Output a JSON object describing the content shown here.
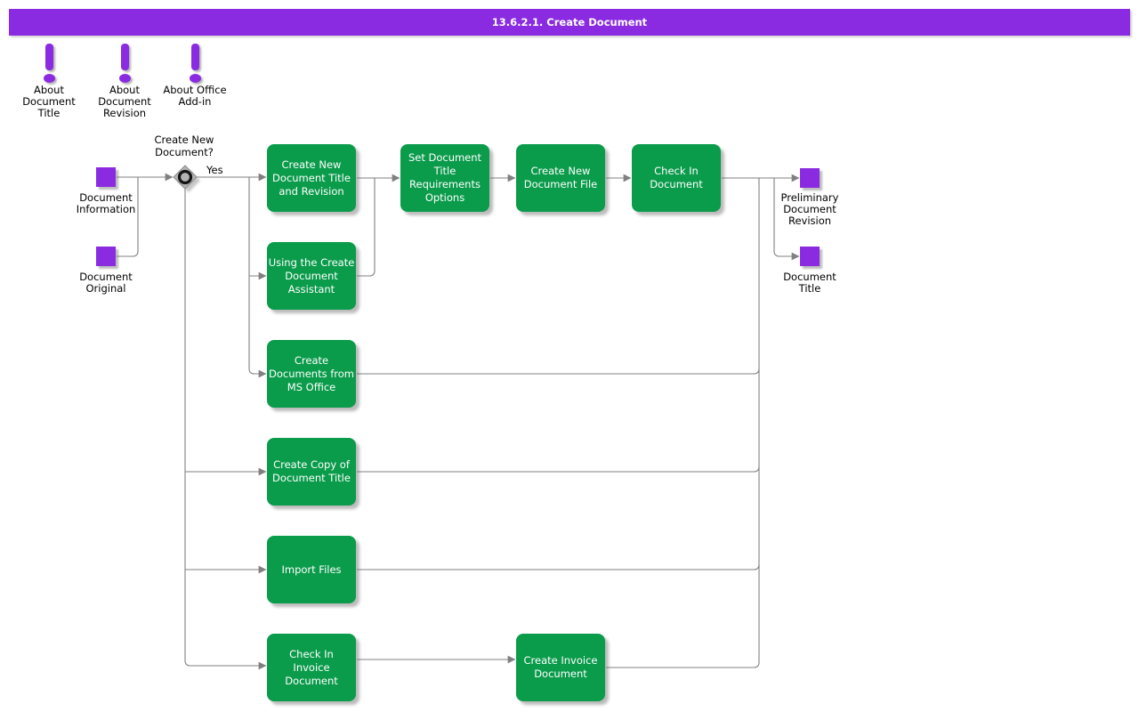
{
  "title_bar": {
    "text": "13.6.2.1. Create Document"
  },
  "colors": {
    "purple": "#8A2BE2",
    "green": "#0A9B4B",
    "line": "#808080",
    "diamond": "#B3B3B3"
  },
  "notices": [
    {
      "label": "About\nDocument\nTitle"
    },
    {
      "label": "About\nDocument\nRevision"
    },
    {
      "label": "About Office\nAdd-in"
    }
  ],
  "flow": {
    "inputs": [
      {
        "label": "Document\nInformation"
      },
      {
        "label": "Document\nOriginal"
      }
    ],
    "decision": {
      "question": "Create New\nDocument?",
      "yes_label": "Yes"
    },
    "tasks": [
      {
        "label": "Create New\nDocument Title\nand Revision"
      },
      {
        "label": "Set Document\nTitle\nRequirements\nOptions"
      },
      {
        "label": "Create New\nDocument File"
      },
      {
        "label": "Check In\nDocument"
      },
      {
        "label": "Using the Create\nDocument\nAssistant"
      },
      {
        "label": "Create\nDocuments from\nMS Office"
      },
      {
        "label": "Create Copy of\nDocument Title"
      },
      {
        "label": "Import Files"
      },
      {
        "label": "Check In\nInvoice\nDocument"
      },
      {
        "label": "Create Invoice\nDocument"
      }
    ],
    "outputs": [
      {
        "label": "Preliminary\nDocument\nRevision"
      },
      {
        "label": "Document\nTitle"
      }
    ]
  }
}
